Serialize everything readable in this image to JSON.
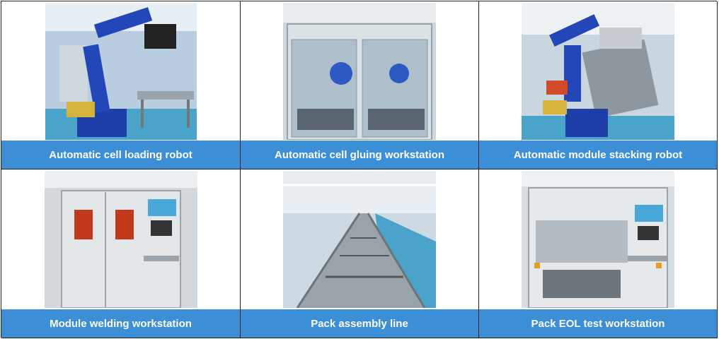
{
  "panels": [
    {
      "caption": "Automatic cell loading robot",
      "image": "industrial-robot-arm-photo"
    },
    {
      "caption": "Automatic cell gluing workstation",
      "image": "gluing-workstation-photo"
    },
    {
      "caption": "Automatic module stacking robot",
      "image": "stacking-robot-photo"
    },
    {
      "caption": "Module welding workstation",
      "image": "welding-cabinet-photo"
    },
    {
      "caption": "Pack assembly line",
      "image": "conveyor-line-photo"
    },
    {
      "caption": "Pack EOL test workstation",
      "image": "test-station-photo"
    }
  ],
  "colors": {
    "caption_bg": "#3c8fd6",
    "caption_text": "#ffffff",
    "robot_blue": "#1f3fa8",
    "floor": "#4aa3c8"
  }
}
